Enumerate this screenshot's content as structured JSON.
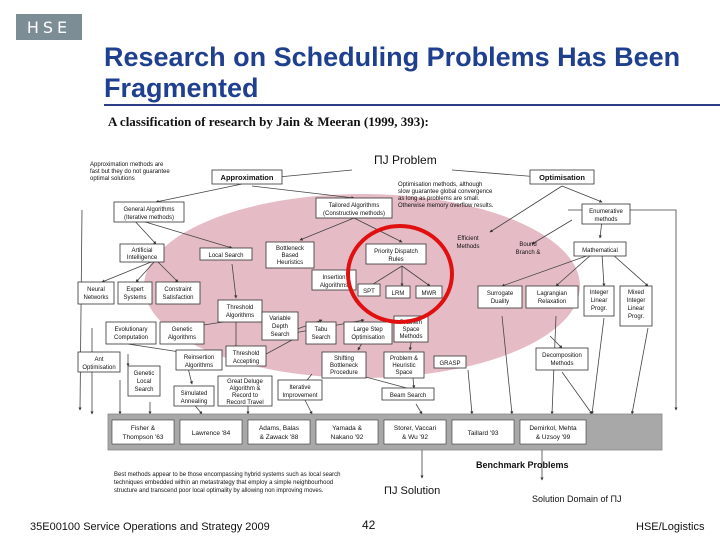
{
  "logo": {
    "text": "HSE"
  },
  "slide": {
    "title": "Research on Scheduling Problems Has Been Fragmented",
    "caption": "A classification of research by Jain & Meeran (1999, 393):"
  },
  "diagram": {
    "header": "ΠJ Problem",
    "note_left": [
      "Approximation methods are",
      "fast but they do not guarantee",
      "optimal solutions"
    ],
    "note_right": [
      "Optimisation methods, although",
      "slow guarantee global convergence",
      "as long as problems are small.",
      "Otherwise memory overflow results."
    ],
    "note_bottom": [
      "Best methods appear to be those encompassing hybrid systems such as local search",
      "techniques embedded within an metastrategy that employ a simple neighbourhood",
      "structure and transcend poor local optimality by allowing non improving moves."
    ],
    "benchmark": "Benchmark Problems",
    "solution": "ΠJ Solution",
    "solution_domain": "Solution Domain of ΠJ",
    "boxes": {
      "approximation": "Approximation",
      "optimisation": "Optimisation",
      "general": [
        "General Algorithms",
        "(Iterative methods)"
      ],
      "tailored": [
        "Tailored Algorithms",
        "(Constructive methods)"
      ],
      "efficient": [
        "Efficient",
        "Methods"
      ],
      "enumerative": [
        "Enumerative",
        "methods"
      ],
      "ai": [
        "Artificial",
        "Intelligence"
      ],
      "local_search": "Local Search",
      "bottleneck": [
        "Bottleneck",
        "Based",
        "Heuristics"
      ],
      "pdr": [
        "Priority Dispatch",
        "Rules"
      ],
      "bb": [
        "Bound",
        "Branch &"
      ],
      "mathematical": "Mathematical",
      "neural": [
        "Neural",
        "Networks"
      ],
      "expert": [
        "Expert",
        "Systems"
      ],
      "constraint": [
        "Constraint",
        "Satisfaction"
      ],
      "insertion": [
        "Insertion",
        "Algorithms"
      ],
      "spt": "SPT",
      "lrm": "LRM",
      "mwr": "MWR",
      "surrogate": [
        "Surrogate",
        "Duality"
      ],
      "lagrangian": [
        "Lagrangian",
        "Relaxation"
      ],
      "ilp": [
        "Integer",
        "Linear",
        "Progr."
      ],
      "mip": [
        "Mixed",
        "Integer",
        "Linear",
        "Progr."
      ],
      "threshold_alg": [
        "Threshold",
        "Algorithms"
      ],
      "variable_depth": [
        "Variable",
        "Depth",
        "Search"
      ],
      "evolutionary": [
        "Evolutionary",
        "Computation"
      ],
      "genetic": [
        "Genetic",
        "Algorithms"
      ],
      "tabu": [
        "Tabu",
        "Search"
      ],
      "large_step": [
        "Large Step",
        "Optimisation"
      ],
      "pss": [
        "Problem",
        "Space",
        "Methods"
      ],
      "ant": [
        "Ant",
        "Optimisation"
      ],
      "reinsertion": [
        "Reinsertion",
        "Algorithms"
      ],
      "threshold_acc": [
        "Threshold",
        "Accepting"
      ],
      "shifting": [
        "Shifting",
        "Bottleneck",
        "Procedure"
      ],
      "ph": [
        "Problem &",
        "Heuristic",
        "Space"
      ],
      "grasp": "GRASP",
      "decomposition": [
        "Decomposition",
        "Methods"
      ],
      "gls": [
        "Genetic",
        "Local",
        "Search"
      ],
      "sa": [
        "Simulated",
        "Annealing"
      ],
      "great_deluge": [
        "Great Deluge",
        "Algorithm &",
        "Record to",
        "Record Travel"
      ],
      "iterative": [
        "Iterative",
        "Improvement"
      ],
      "beam": "Beam Search"
    },
    "refs": [
      [
        "Fisher &",
        "Thompson '63"
      ],
      [
        "Lawrence '84"
      ],
      [
        "Adams, Balas",
        "& Zawack '88"
      ],
      [
        "Yamada &",
        "Nakano '92"
      ],
      [
        "Storer, Vaccari",
        "& Wu '92"
      ],
      [
        "Taillard '93"
      ],
      [
        "Demirkol, Mehta",
        "& Uzsoy '99"
      ]
    ]
  },
  "footer": {
    "left": "35E00100 Service Operations and Strategy 2009",
    "page": "42",
    "right": "HSE/Logistics"
  }
}
